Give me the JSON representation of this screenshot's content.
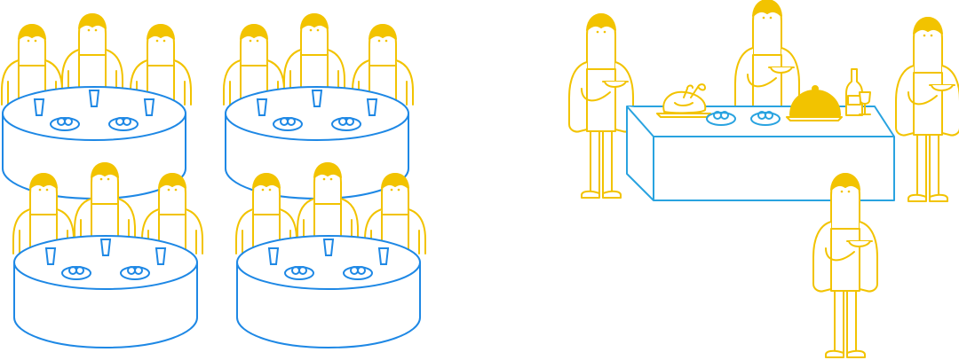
{
  "colors": {
    "blue": "#1e88e5",
    "blue_light": "#29a3e0",
    "yellow": "#f2c300",
    "background": "#ffffff"
  },
  "left_group": {
    "tables": [
      {
        "name": "round-table",
        "guests": 3,
        "glasses": 3,
        "plates": 2
      },
      {
        "name": "round-table",
        "guests": 3,
        "glasses": 3,
        "plates": 2
      },
      {
        "name": "round-table",
        "guests": 3,
        "glasses": 3,
        "plates": 2
      },
      {
        "name": "round-table",
        "guests": 3,
        "glasses": 3,
        "plates": 2
      }
    ]
  },
  "right_group": {
    "buffet_items": [
      "roast-chicken",
      "plate",
      "plate",
      "cloche",
      "wine-bottle",
      "wine-glass"
    ],
    "people_with_plates": 4
  }
}
